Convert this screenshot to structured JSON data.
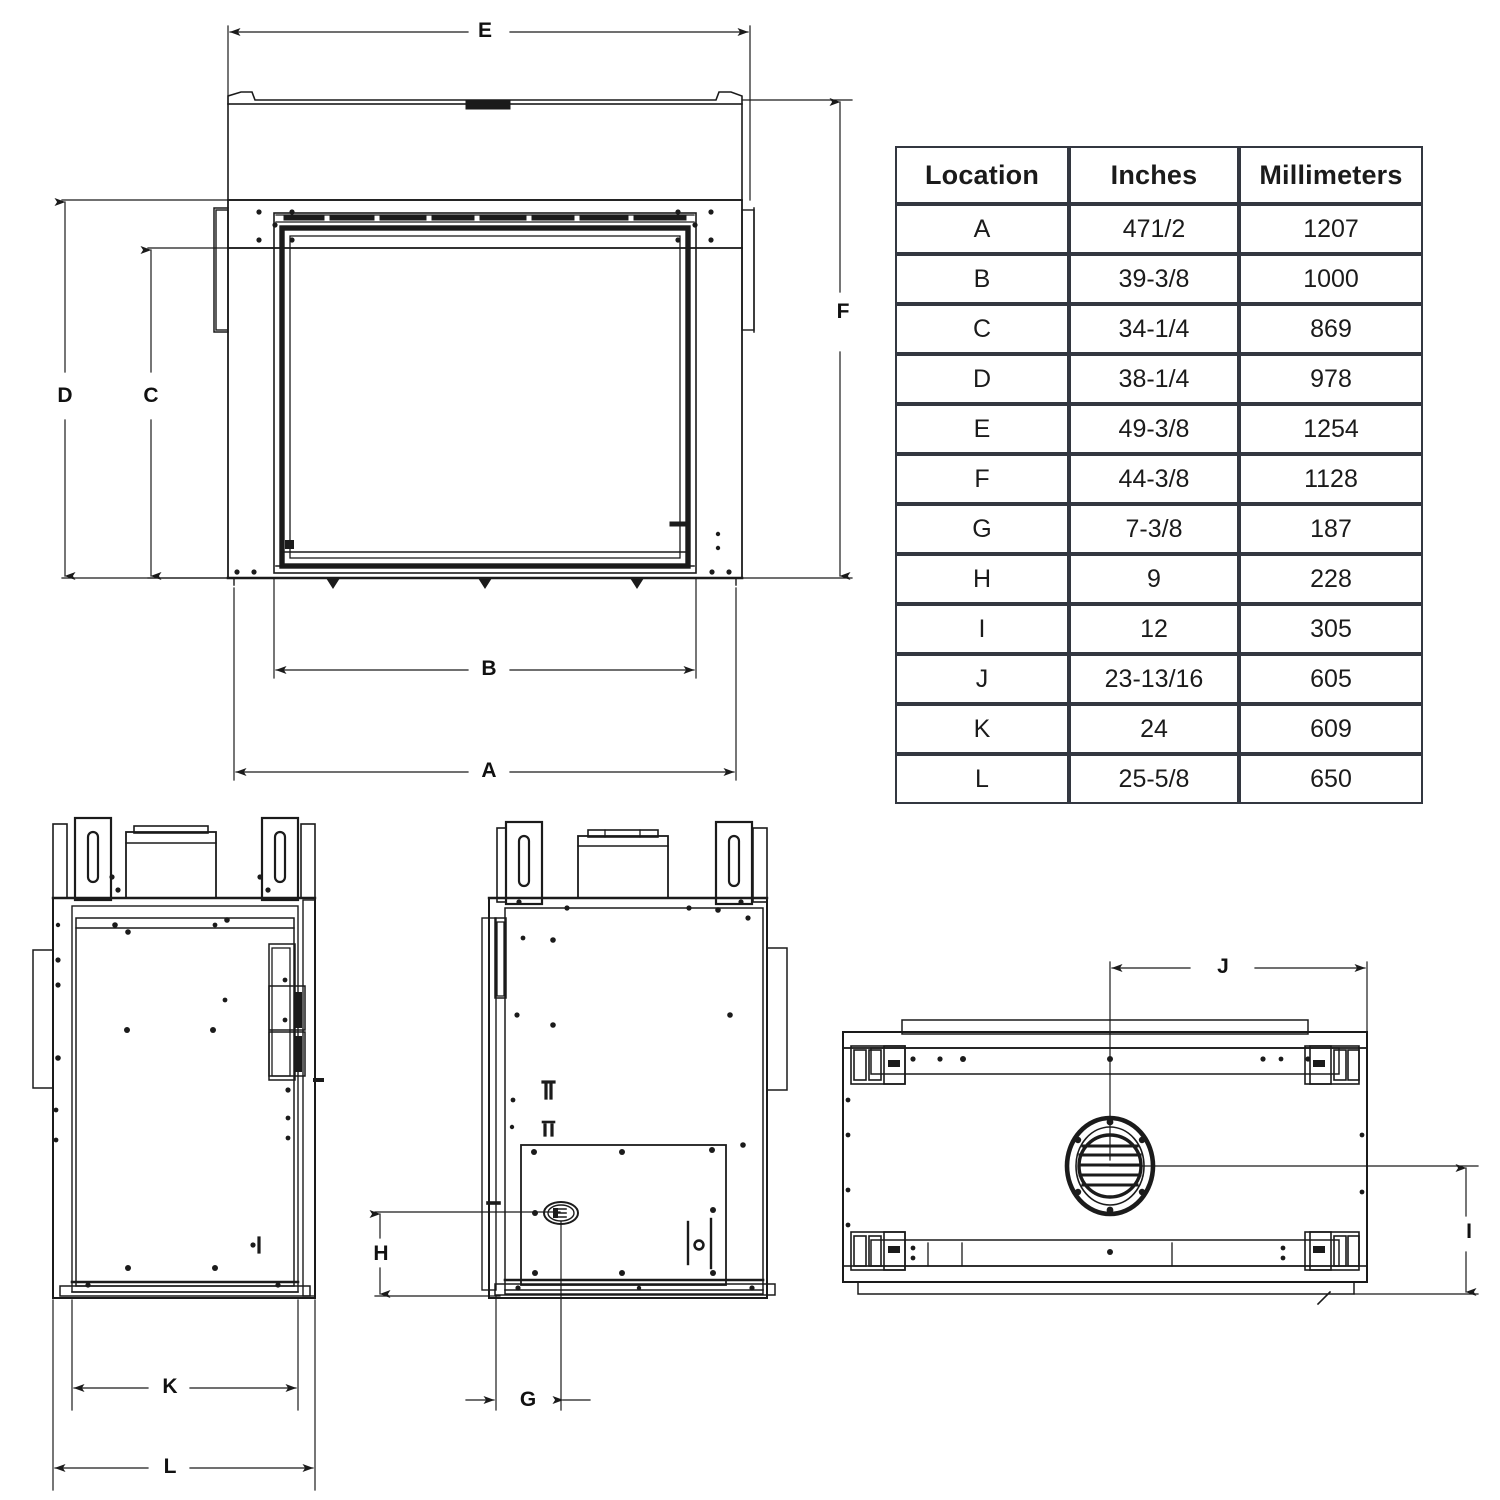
{
  "document": {
    "type": "technical-dimension-drawing",
    "subject": "fireplace-insert"
  },
  "table": {
    "headers": [
      "Location",
      "Inches",
      "Millimeters"
    ],
    "rows": [
      {
        "location": "A",
        "inches": "471/2",
        "millimeters": "1207"
      },
      {
        "location": "B",
        "inches": "39-3/8",
        "millimeters": "1000"
      },
      {
        "location": "C",
        "inches": "34-1/4",
        "millimeters": "869"
      },
      {
        "location": "D",
        "inches": "38-1/4",
        "millimeters": "978"
      },
      {
        "location": "E",
        "inches": "49-3/8",
        "millimeters": "1254"
      },
      {
        "location": "F",
        "inches": "44-3/8",
        "millimeters": "1128"
      },
      {
        "location": "G",
        "inches": "7-3/8",
        "millimeters": "187"
      },
      {
        "location": "H",
        "inches": "9",
        "millimeters": "228"
      },
      {
        "location": "I",
        "inches": "12",
        "millimeters": "305"
      },
      {
        "location": "J",
        "inches": "23-13/16",
        "millimeters": "605"
      },
      {
        "location": "K",
        "inches": "24",
        "millimeters": "609"
      },
      {
        "location": "L",
        "inches": "25-5/8",
        "millimeters": "650"
      }
    ]
  },
  "views": {
    "front_elevation": {
      "name": "front-elevation-view",
      "dimension_labels": [
        "E",
        "D",
        "C",
        "F",
        "B",
        "A"
      ]
    },
    "plan_left": {
      "name": "left-plan-view",
      "dimension_labels": [
        "K",
        "L"
      ]
    },
    "plan_middle": {
      "name": "middle-plan-view",
      "dimension_labels": [
        "H",
        "G"
      ]
    },
    "rear_view": {
      "name": "rear-view",
      "dimension_labels": [
        "J",
        "I"
      ]
    }
  },
  "dimension_labels": {
    "A": "A",
    "B": "B",
    "C": "C",
    "D": "D",
    "E": "E",
    "F": "F",
    "G": "G",
    "H": "H",
    "I": "I",
    "J": "J",
    "K": "K",
    "L": "L"
  },
  "colors": {
    "line": "#1b1b1b",
    "table_border": "#333740",
    "text": "#111111",
    "background": "#ffffff"
  }
}
